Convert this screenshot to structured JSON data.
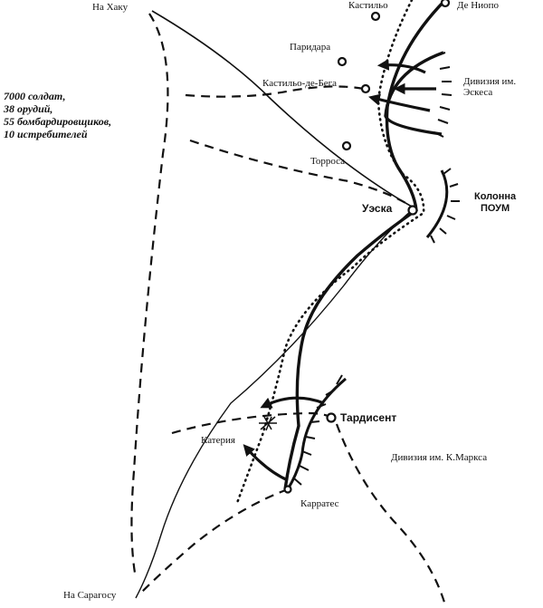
{
  "colors": {
    "ink": "#111111",
    "paper": "#ffffff"
  },
  "places": {
    "to_jaca": "На Хаку",
    "castillo": "Кастильо",
    "de_ninopo": "Де Ниопо",
    "paridara": "Паридара",
    "castillo_de_vega": "Кастильо-де-Бега",
    "torrosa": "Торроса",
    "huesca": "Уэска",
    "tardisent": "Тардисент",
    "cateria": "Катерия",
    "carrates": "Карратес",
    "to_zaragoza": "На Сарагосу"
  },
  "forces": {
    "summary": [
      "7000 солдат,",
      "38 орудий,",
      "55 бомбардировщиков,",
      "10 истребителей"
    ],
    "essex_division": [
      "Дивизия им.",
      "Эскеса"
    ],
    "poum_column": [
      "Колонна",
      "ПОУМ"
    ],
    "marx_division": "Дивизия им. К.Маркса"
  }
}
